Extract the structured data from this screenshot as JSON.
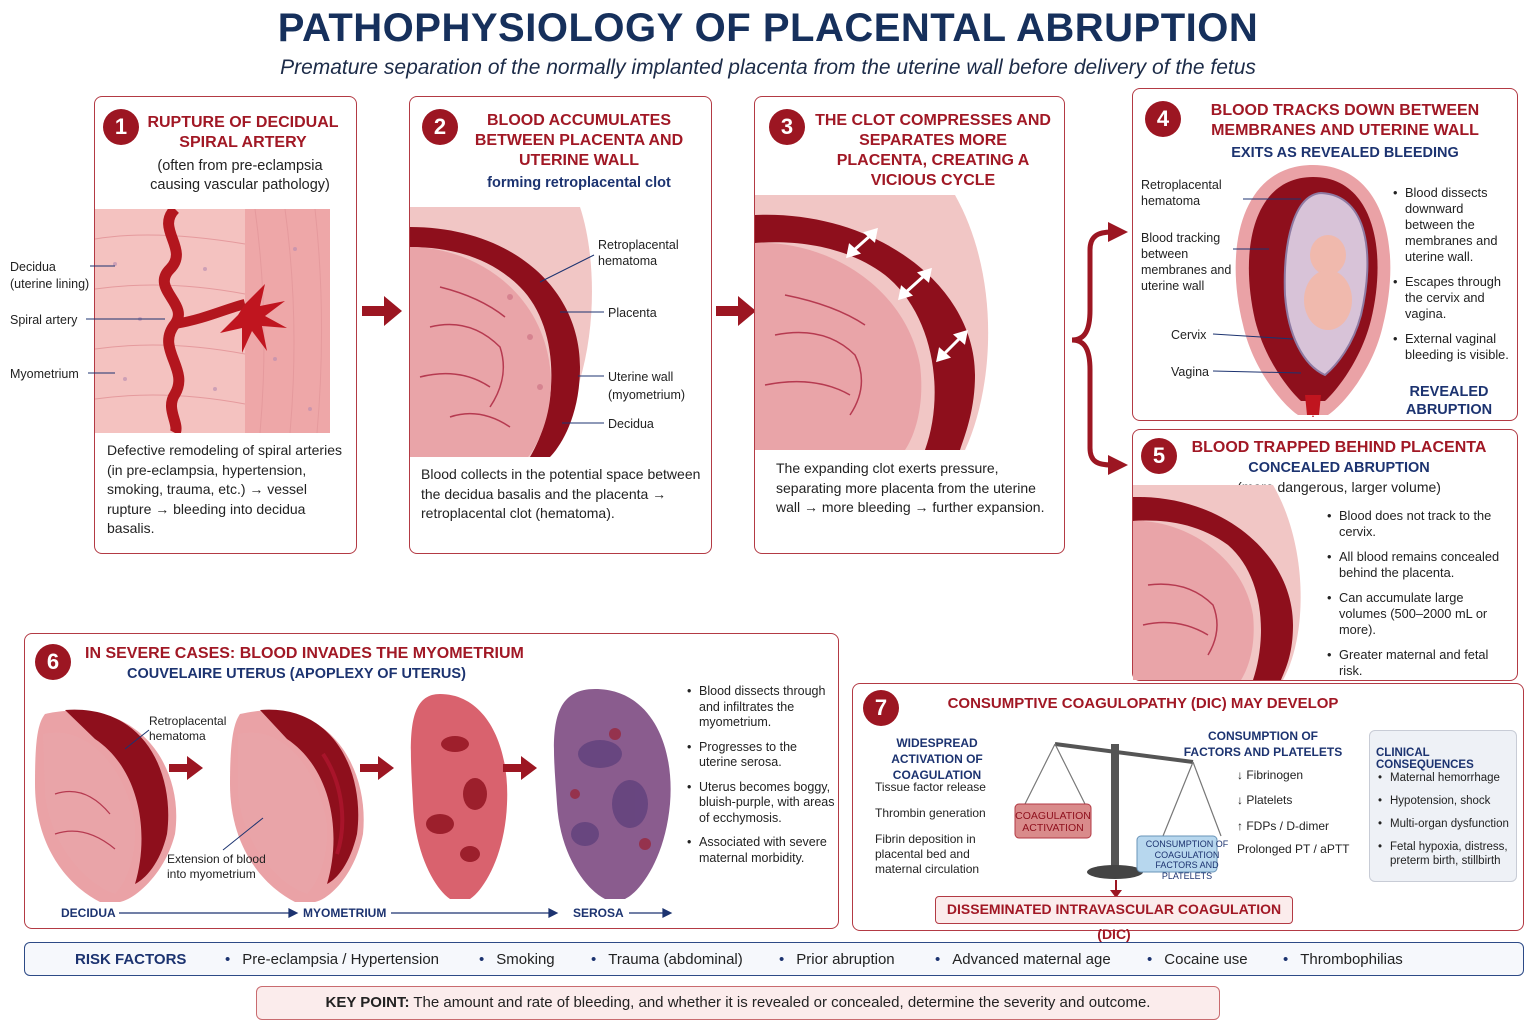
{
  "header": {
    "title": "PATHOPHYSIOLOGY OF PLACENTAL ABRUPTION",
    "subtitle": "Premature separation of the normally implanted placenta from the uterine wall before delivery of the fetus"
  },
  "step1": {
    "num": "1",
    "title": "RUPTURE OF DECIDUAL SPIRAL ARTERY",
    "note": "(often from pre-eclampsia causing vascular pathology)",
    "labels": {
      "decidua": "Decidua",
      "decidua_sub": "(uterine lining)",
      "spiral": "Spiral artery",
      "myometrium": "Myometrium"
    },
    "desc": "Defective remodeling of spiral arteries (in pre-eclampsia, hypertension, smoking, trauma, etc.) → vessel rupture → bleeding into decidua basalis."
  },
  "step2": {
    "num": "2",
    "title": "BLOOD ACCUMULATES BETWEEN PLACENTA AND UTERINE WALL",
    "sub": "forming retroplacental clot",
    "labels": {
      "hematoma": "Retroplacental hematoma",
      "placenta": "Placenta",
      "wall": "Uterine wall",
      "wall_sub": "(myometrium)",
      "decidua": "Decidua"
    },
    "desc": "Blood collects in the potential space between the decidua basalis and the placenta → retroplacental clot (hematoma)."
  },
  "step3": {
    "num": "3",
    "title": "THE CLOT COMPRESSES AND SEPARATES MORE PLACENTA, CREATING A VICIOUS CYCLE",
    "desc": "The expanding clot exerts pressure, separating more placenta from the uterine wall → more bleeding → further expansion."
  },
  "step4": {
    "num": "4",
    "title": "BLOOD TRACKS DOWN BETWEEN MEMBRANES AND UTERINE WALL",
    "sub": "EXITS AS REVEALED BLEEDING",
    "labels": {
      "hematoma": "Retroplacental hematoma",
      "tracking": "Blood tracking between membranes and uterine wall",
      "cervix": "Cervix",
      "vagina": "Vagina"
    },
    "bullets": [
      "Blood dissects downward between the membranes and uterine wall.",
      "Escapes through the cervix and vagina.",
      "External vaginal bleeding is visible."
    ],
    "tag": "REVEALED ABRUPTION"
  },
  "step5": {
    "num": "5",
    "title": "BLOOD TRAPPED BEHIND PLACENTA",
    "sub": "CONCEALED ABRUPTION",
    "note": "(more dangerous, larger volume)",
    "bullets": [
      "Blood does not track to the cervix.",
      "All blood remains concealed behind the placenta.",
      "Can accumulate large volumes (500–2000 mL or more).",
      "Greater maternal and fetal risk."
    ]
  },
  "step6": {
    "num": "6",
    "title": "IN SEVERE CASES: BLOOD INVADES THE MYOMETRIUM",
    "sub": "COUVELAIRE UTERUS (APOPLEXY OF UTERUS)",
    "labels": {
      "hematoma": "Retroplacental hematoma",
      "extension": "Extension of blood into myometrium"
    },
    "axis": [
      "DECIDUA",
      "MYOMETRIUM",
      "SEROSA"
    ],
    "bullets": [
      "Blood dissects through and infiltrates the myometrium.",
      "Progresses to the uterine serosa.",
      "Uterus becomes boggy, bluish-purple, with areas of ecchymosis.",
      "Associated with severe maternal morbidity."
    ]
  },
  "step7": {
    "num": "7",
    "title": "CONSUMPTIVE COAGULOPATHY (DIC) MAY DEVELOP",
    "activation_head": "WIDESPREAD ACTIVATION OF COAGULATION",
    "activation": [
      "Tissue factor release",
      "Thrombin generation",
      "Fibrin deposition in placental bed and maternal circulation"
    ],
    "left_pan": "COAGULATION ACTIVATION",
    "right_pan": "CONSUMPTION OF COAGULATION FACTORS AND PLATELETS",
    "consumption_head": "CONSUMPTION OF FACTORS AND PLATELETS",
    "consumption": [
      "↓ Fibrinogen",
      "↓ Platelets",
      "↑ FDPs / D-dimer",
      "Prolonged PT / aPTT"
    ],
    "clinical_head": "CLINICAL CONSEQUENCES",
    "clinical": [
      "Maternal hemorrhage",
      "Hypotension, shock",
      "Multi-organ dysfunction",
      "Fetal hypoxia, distress, preterm birth, stillbirth"
    ],
    "dic": "DISSEMINATED INTRAVASCULAR COAGULATION (DIC)"
  },
  "risk": {
    "head": "RISK FACTORS",
    "items": [
      "Pre-eclampsia / Hypertension",
      "Smoking",
      "Trauma (abdominal)",
      "Prior abruption",
      "Advanced maternal age",
      "Cocaine use",
      "Thrombophilias"
    ]
  },
  "key": {
    "label": "KEY POINT:",
    "text": "The amount and rate of bleeding, and whether it is revealed or concealed, determine the severity and outcome."
  },
  "colors": {
    "accent_red": "#9c1622",
    "navy": "#16305c",
    "blood": "#8e0f1c",
    "tissue": "#f2b3b4"
  }
}
